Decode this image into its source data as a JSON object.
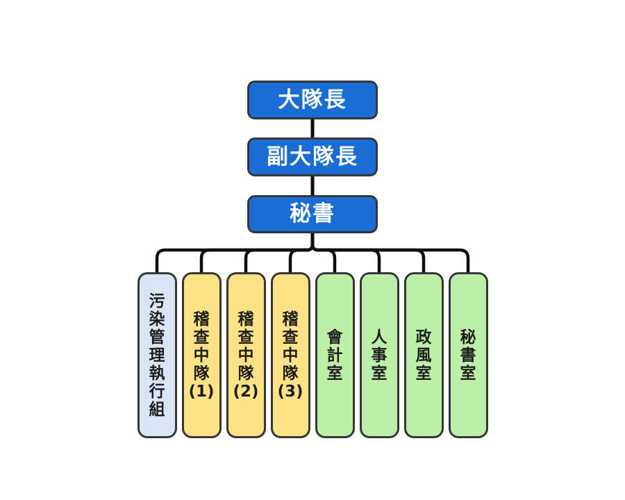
{
  "org": {
    "levels": [
      {
        "label": "大隊長"
      },
      {
        "label": "副大隊長"
      },
      {
        "label": "秘書"
      }
    ],
    "units": [
      {
        "label": "污染管理執行組",
        "fill": "#d8e5f4"
      },
      {
        "label": "稽查中隊(1)",
        "fill": "#fce285"
      },
      {
        "label": "稽查中隊(2)",
        "fill": "#fce285"
      },
      {
        "label": "稽查中隊(3)",
        "fill": "#fce285"
      },
      {
        "label": "會計室",
        "fill": "#bcf0a8"
      },
      {
        "label": "人事室",
        "fill": "#bcf0a8"
      },
      {
        "label": "政風室",
        "fill": "#bcf0a8"
      },
      {
        "label": "秘書室",
        "fill": "#bcf0a8"
      }
    ],
    "colors": {
      "level_fill": "#1a6dd4",
      "level_text": "#ffffff",
      "border": "#363636",
      "connector": "#0e0e0e",
      "unit_text": "#1d1d1d",
      "background": "#ffffff"
    }
  }
}
